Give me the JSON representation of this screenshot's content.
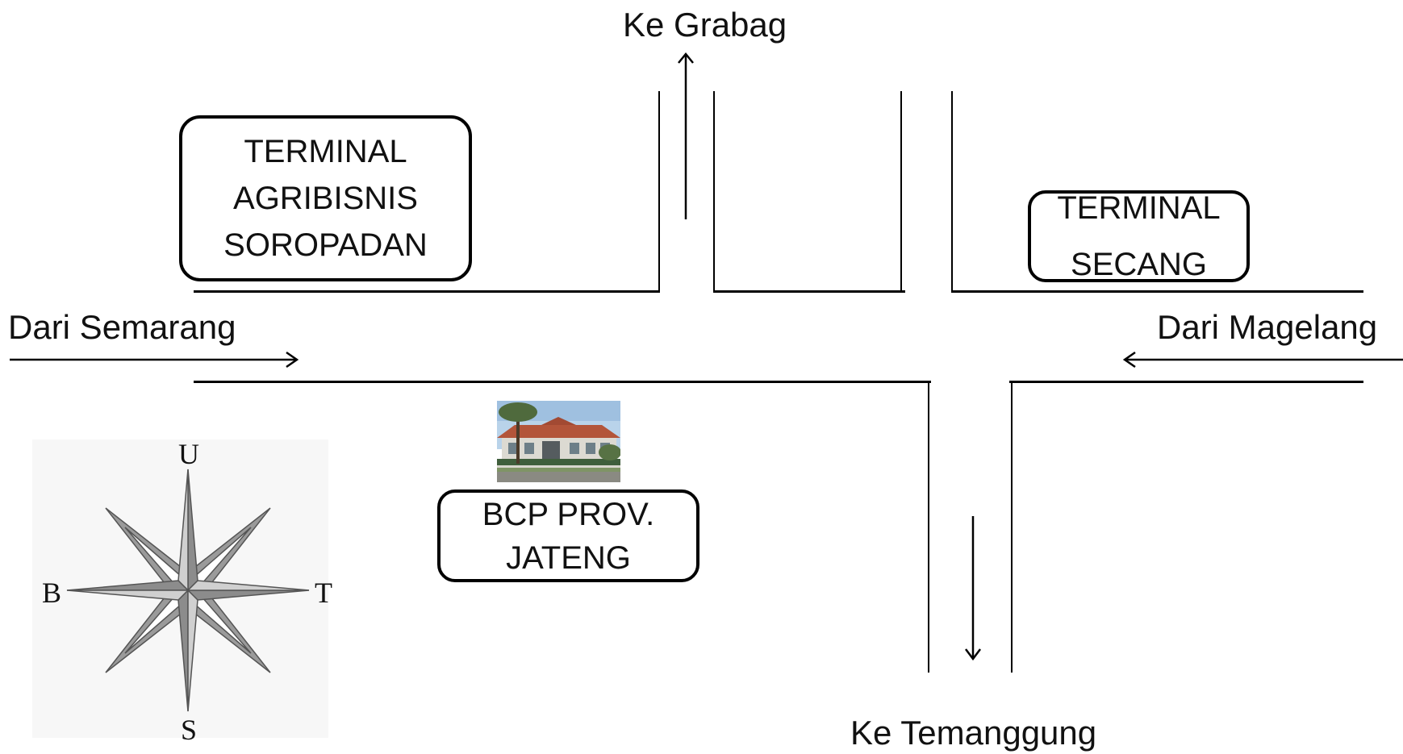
{
  "labels": {
    "north_dest": "Ke Grabag",
    "west_origin": "Dari Semarang",
    "east_origin": "Dari Magelang",
    "south_dest": "Ke Temanggung"
  },
  "places": {
    "terminal_soropadan": [
      "TERMINAL",
      "AGRIBISNIS",
      "SOROPADAN"
    ],
    "terminal_secang": [
      "TERMINAL",
      "SECANG"
    ],
    "bcp": [
      "BCP PROV.",
      "JATENG"
    ]
  },
  "compass": {
    "north": "U",
    "south": "S",
    "east": "T",
    "west": "B"
  },
  "colors": {
    "compass_fill": "#8c8c8c",
    "compass_stroke": "#555555",
    "line": "#000000"
  },
  "icons": {
    "photo": "building-photo-icon",
    "compass": "compass-rose-icon"
  }
}
